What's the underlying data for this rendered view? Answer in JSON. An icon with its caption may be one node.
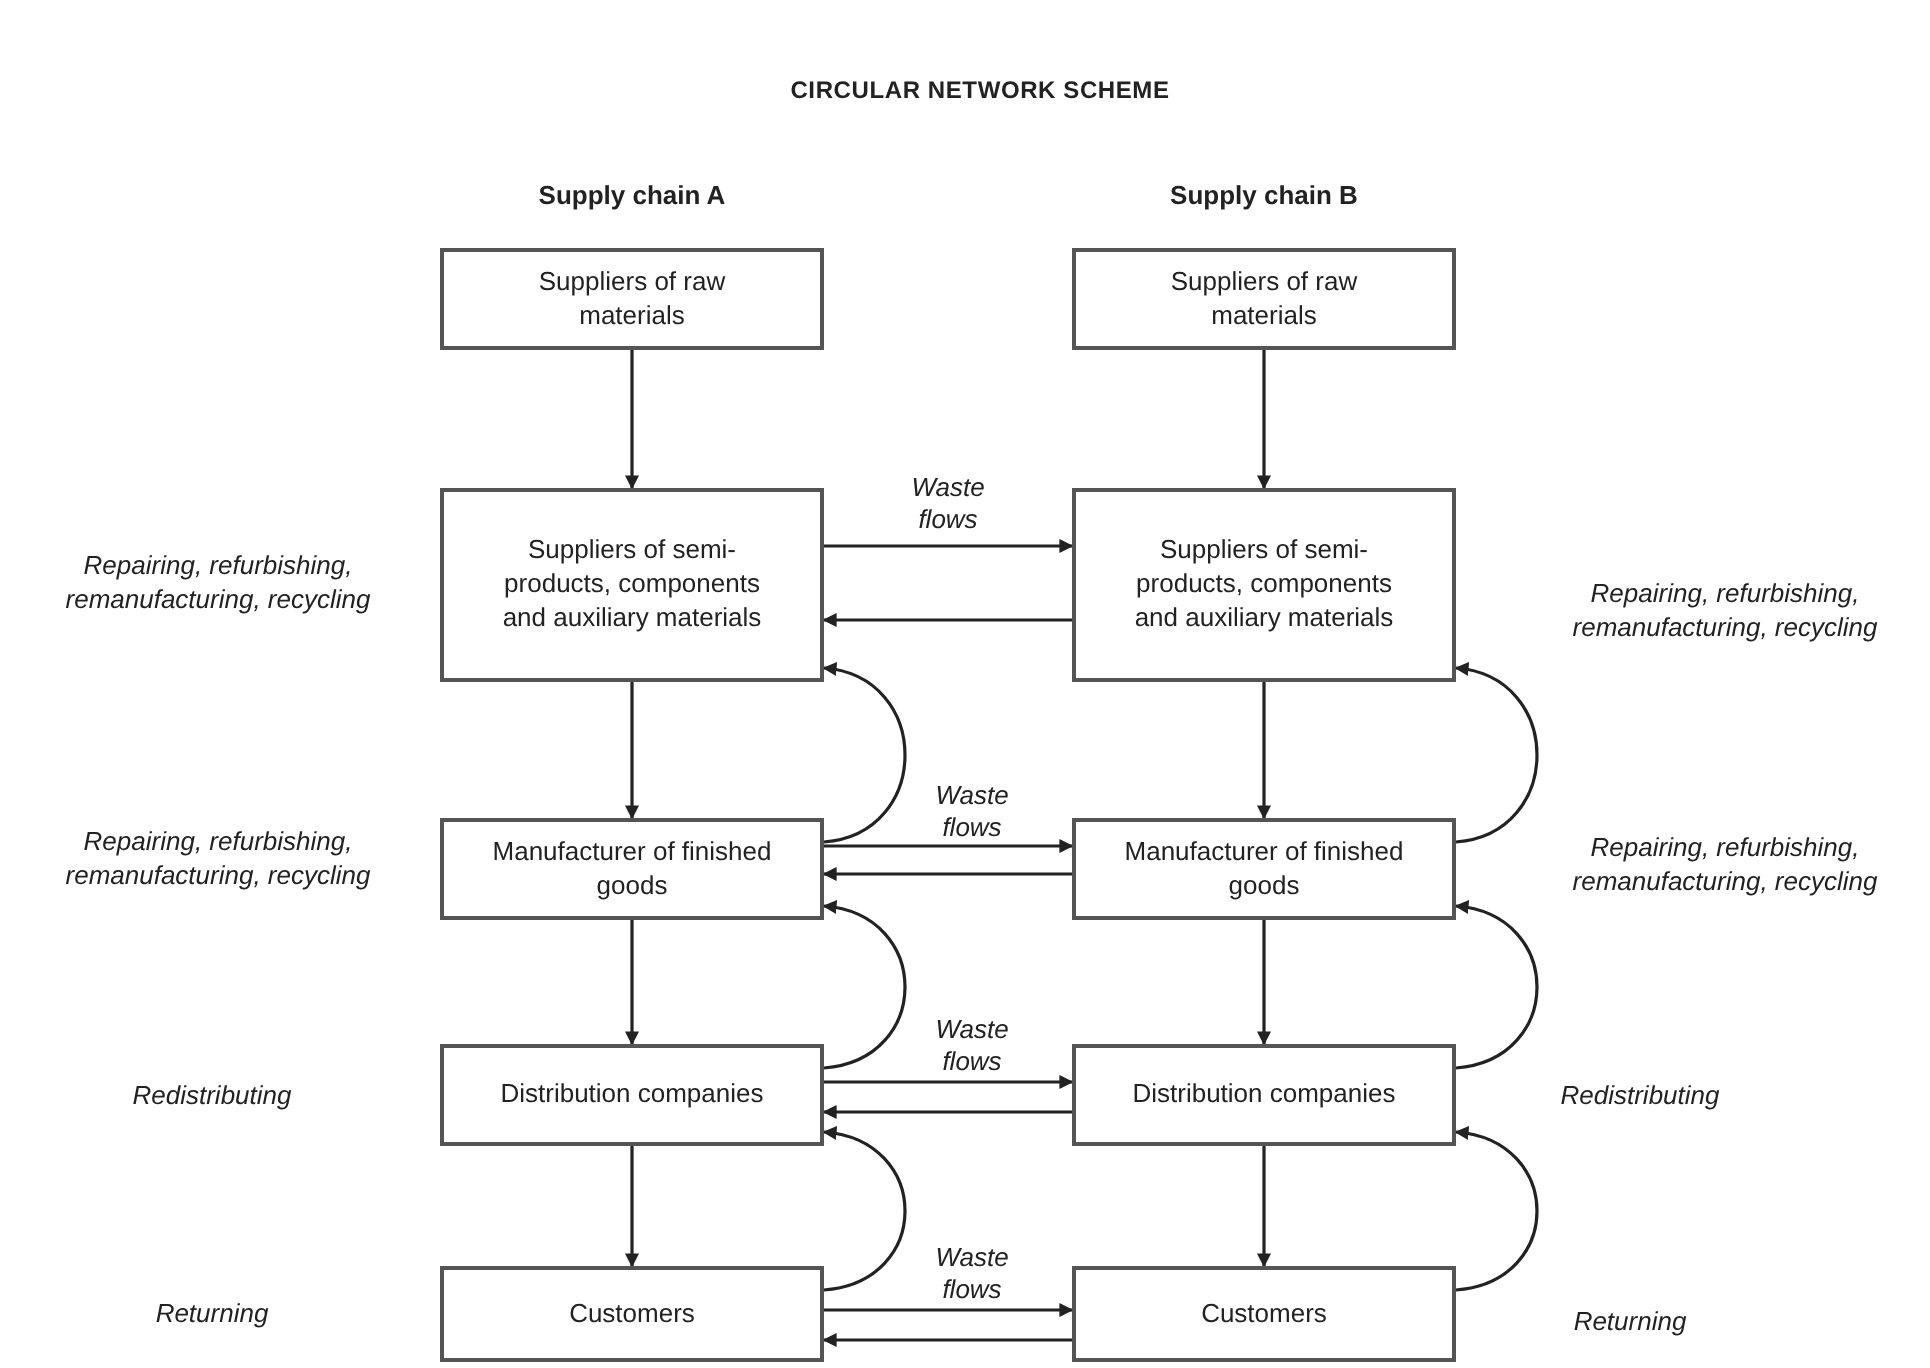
{
  "diagram": {
    "title": "CIRCULAR NETWORK SCHEME",
    "nodes": [
      {
        "text": [
          "Suppliers of raw materials"
        ]
      },
      {
        "text": [
          "Suppliers of semi-products, components and auxiliary materials"
        ]
      },
      {
        "text": [
          "Manufacturer of finished goods"
        ]
      },
      {
        "text": [
          "Distribution companies"
        ]
      },
      {
        "text": [
          "Customers"
        ]
      },
      {
        "text": [
          "Suppliers of raw materials"
        ]
      },
      {
        "text": [
          "Suppliers of semi-products, components and auxiliary materials"
        ]
      },
      {
        "text": [
          "Manufacturer of finished goods"
        ]
      },
      {
        "text": [
          "Distribution companies"
        ]
      },
      {
        "text": [
          "Customers"
        ]
      }
    ],
    "edges": [
      {
        "from": 0,
        "to": 1,
        "arrow": "to"
      },
      {
        "from": 1,
        "to": 2,
        "arrow": "to"
      },
      {
        "from": 2,
        "to": 3,
        "arrow": "to"
      },
      {
        "from": 3,
        "to": 4,
        "arrow": "to"
      },
      {
        "from": 5,
        "to": 6,
        "arrow": "to"
      },
      {
        "from": 6,
        "to": 7,
        "arrow": "to"
      },
      {
        "from": 7,
        "to": 8,
        "arrow": "to"
      },
      {
        "from": 8,
        "to": 9,
        "arrow": "to"
      },
      {
        "from": 1,
        "to": 6,
        "arrow": "to",
        "label": "Waste flows"
      },
      {
        "from": 6,
        "to": 1,
        "arrow": "to"
      },
      {
        "from": 2,
        "to": 7,
        "arrow": "to",
        "label": "Waste flows"
      },
      {
        "from": 7,
        "to": 2,
        "arrow": "to"
      },
      {
        "from": 3,
        "to": 8,
        "arrow": "to",
        "label": "Waste flows"
      },
      {
        "from": 8,
        "to": 3,
        "arrow": "to"
      },
      {
        "from": 4,
        "to": 9,
        "arrow": "to",
        "label": "Waste flows"
      },
      {
        "from": 9,
        "to": 4,
        "arrow": "to"
      },
      {
        "from": 2,
        "to": 1,
        "arrow": "to"
      },
      {
        "from": 3,
        "to": 2,
        "arrow": "to"
      },
      {
        "from": 4,
        "to": 3,
        "arrow": "to"
      },
      {
        "from": 7,
        "to": 6,
        "arrow": "to"
      },
      {
        "from": 8,
        "to": 7,
        "arrow": "to"
      },
      {
        "from": 9,
        "to": 8,
        "arrow": "to"
      }
    ],
    "labels": [
      "Supply chain A",
      "Supply chain B",
      "Repairing, refurbishing, remanufacturing, recycling",
      "Repairing, refurbishing, remanufacturing, recycling",
      "Repairing, refurbishing, remanufacturing, recycling",
      "Repairing, refurbishing, remanufacturing, recycling",
      "Redistributing",
      "Redistributing",
      "Returning",
      "Returning"
    ]
  }
}
